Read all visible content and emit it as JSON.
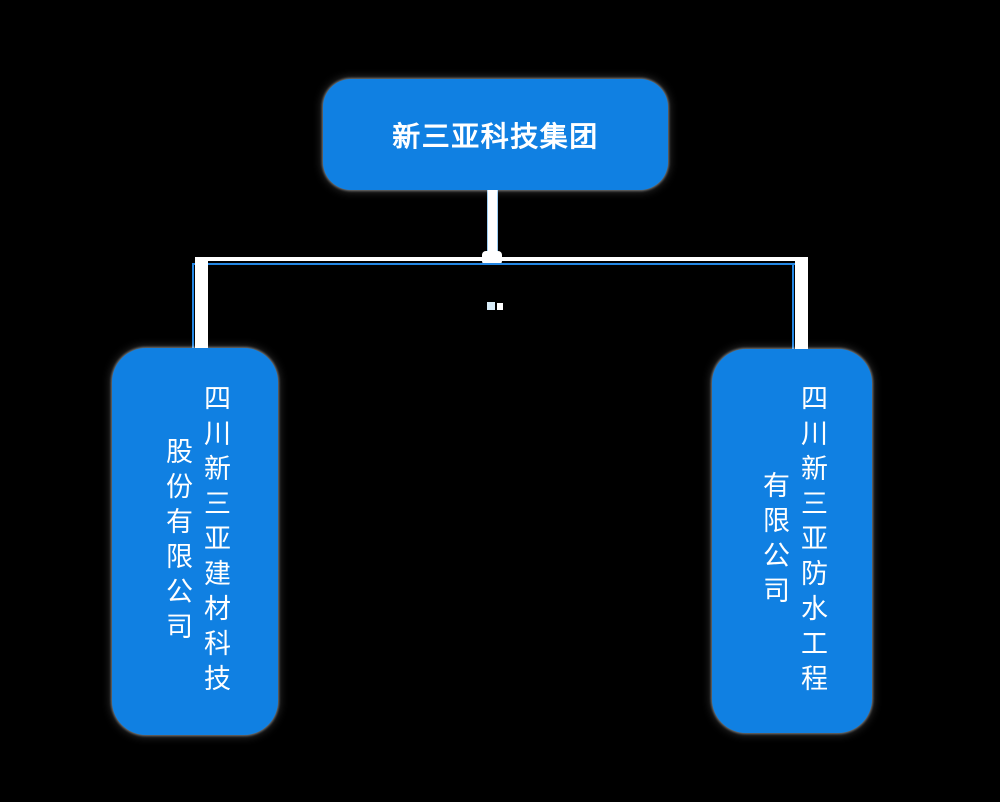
{
  "diagram": {
    "type": "org-tree",
    "colors": {
      "background": "#000000",
      "node_fill": "#1080e2",
      "text": "#ffffff",
      "connector_casing": "#ffffff",
      "connector_accent": "#2487e4"
    },
    "root": {
      "label": "新三亚科技集团"
    },
    "children": [
      {
        "label": "四川新三亚建材科技股份有限公司",
        "lines": "四川新三亚建材科技\n股份有限公司"
      },
      {
        "label": "四川新三亚防水工程有限公司",
        "lines": "四川新三亚防水工程\n有限公司"
      }
    ]
  }
}
